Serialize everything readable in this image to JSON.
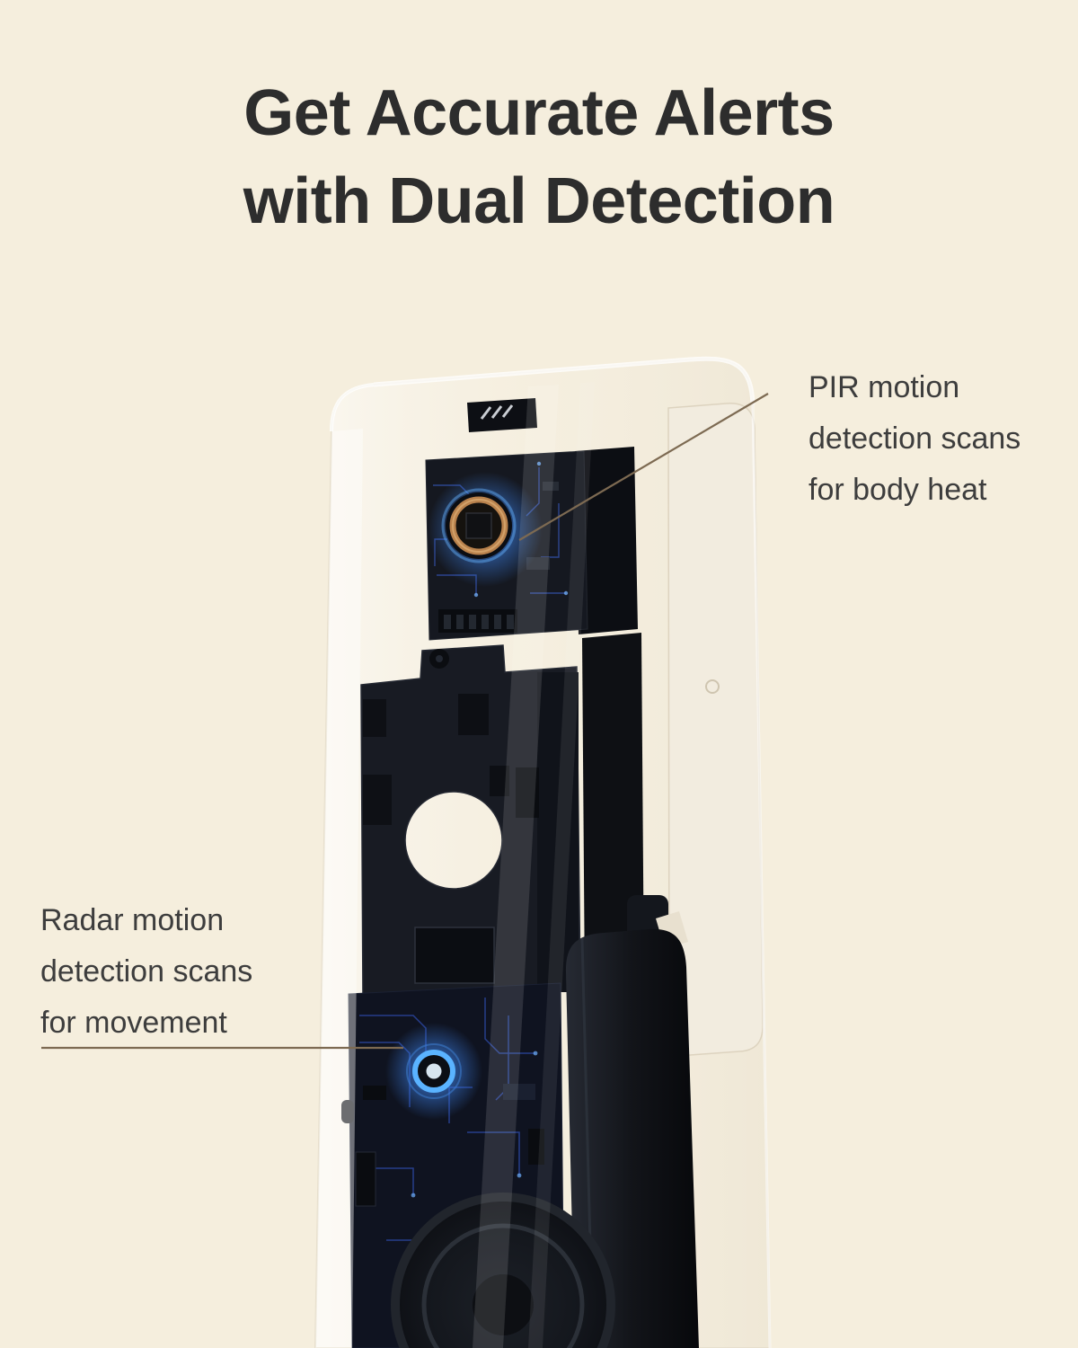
{
  "page": {
    "background_color": "#f5eedd",
    "title": {
      "line1": "Get Accurate Alerts",
      "line2": "with Dual Detection",
      "color": "#2d2d2d"
    }
  },
  "callouts": {
    "pir": {
      "text": "PIR motion\ndetection scans\nfor body heat"
    },
    "radar": {
      "text": "Radar motion\ndetection scans\nfor movement"
    },
    "line_color": "#7d6a52",
    "text_color": "#3d3d3d"
  },
  "device": {
    "description": "video-doorbell-with-transparent-shell-showing-internal-boards",
    "shell_color": "#f2ecdf",
    "pcb_color": "#0f1320",
    "trace_color": "#3355c4",
    "sensor_glow_color": "#3e86f2",
    "pir_ring_color": "#b9824d",
    "radar_ring_color": "#5ab3ff"
  }
}
